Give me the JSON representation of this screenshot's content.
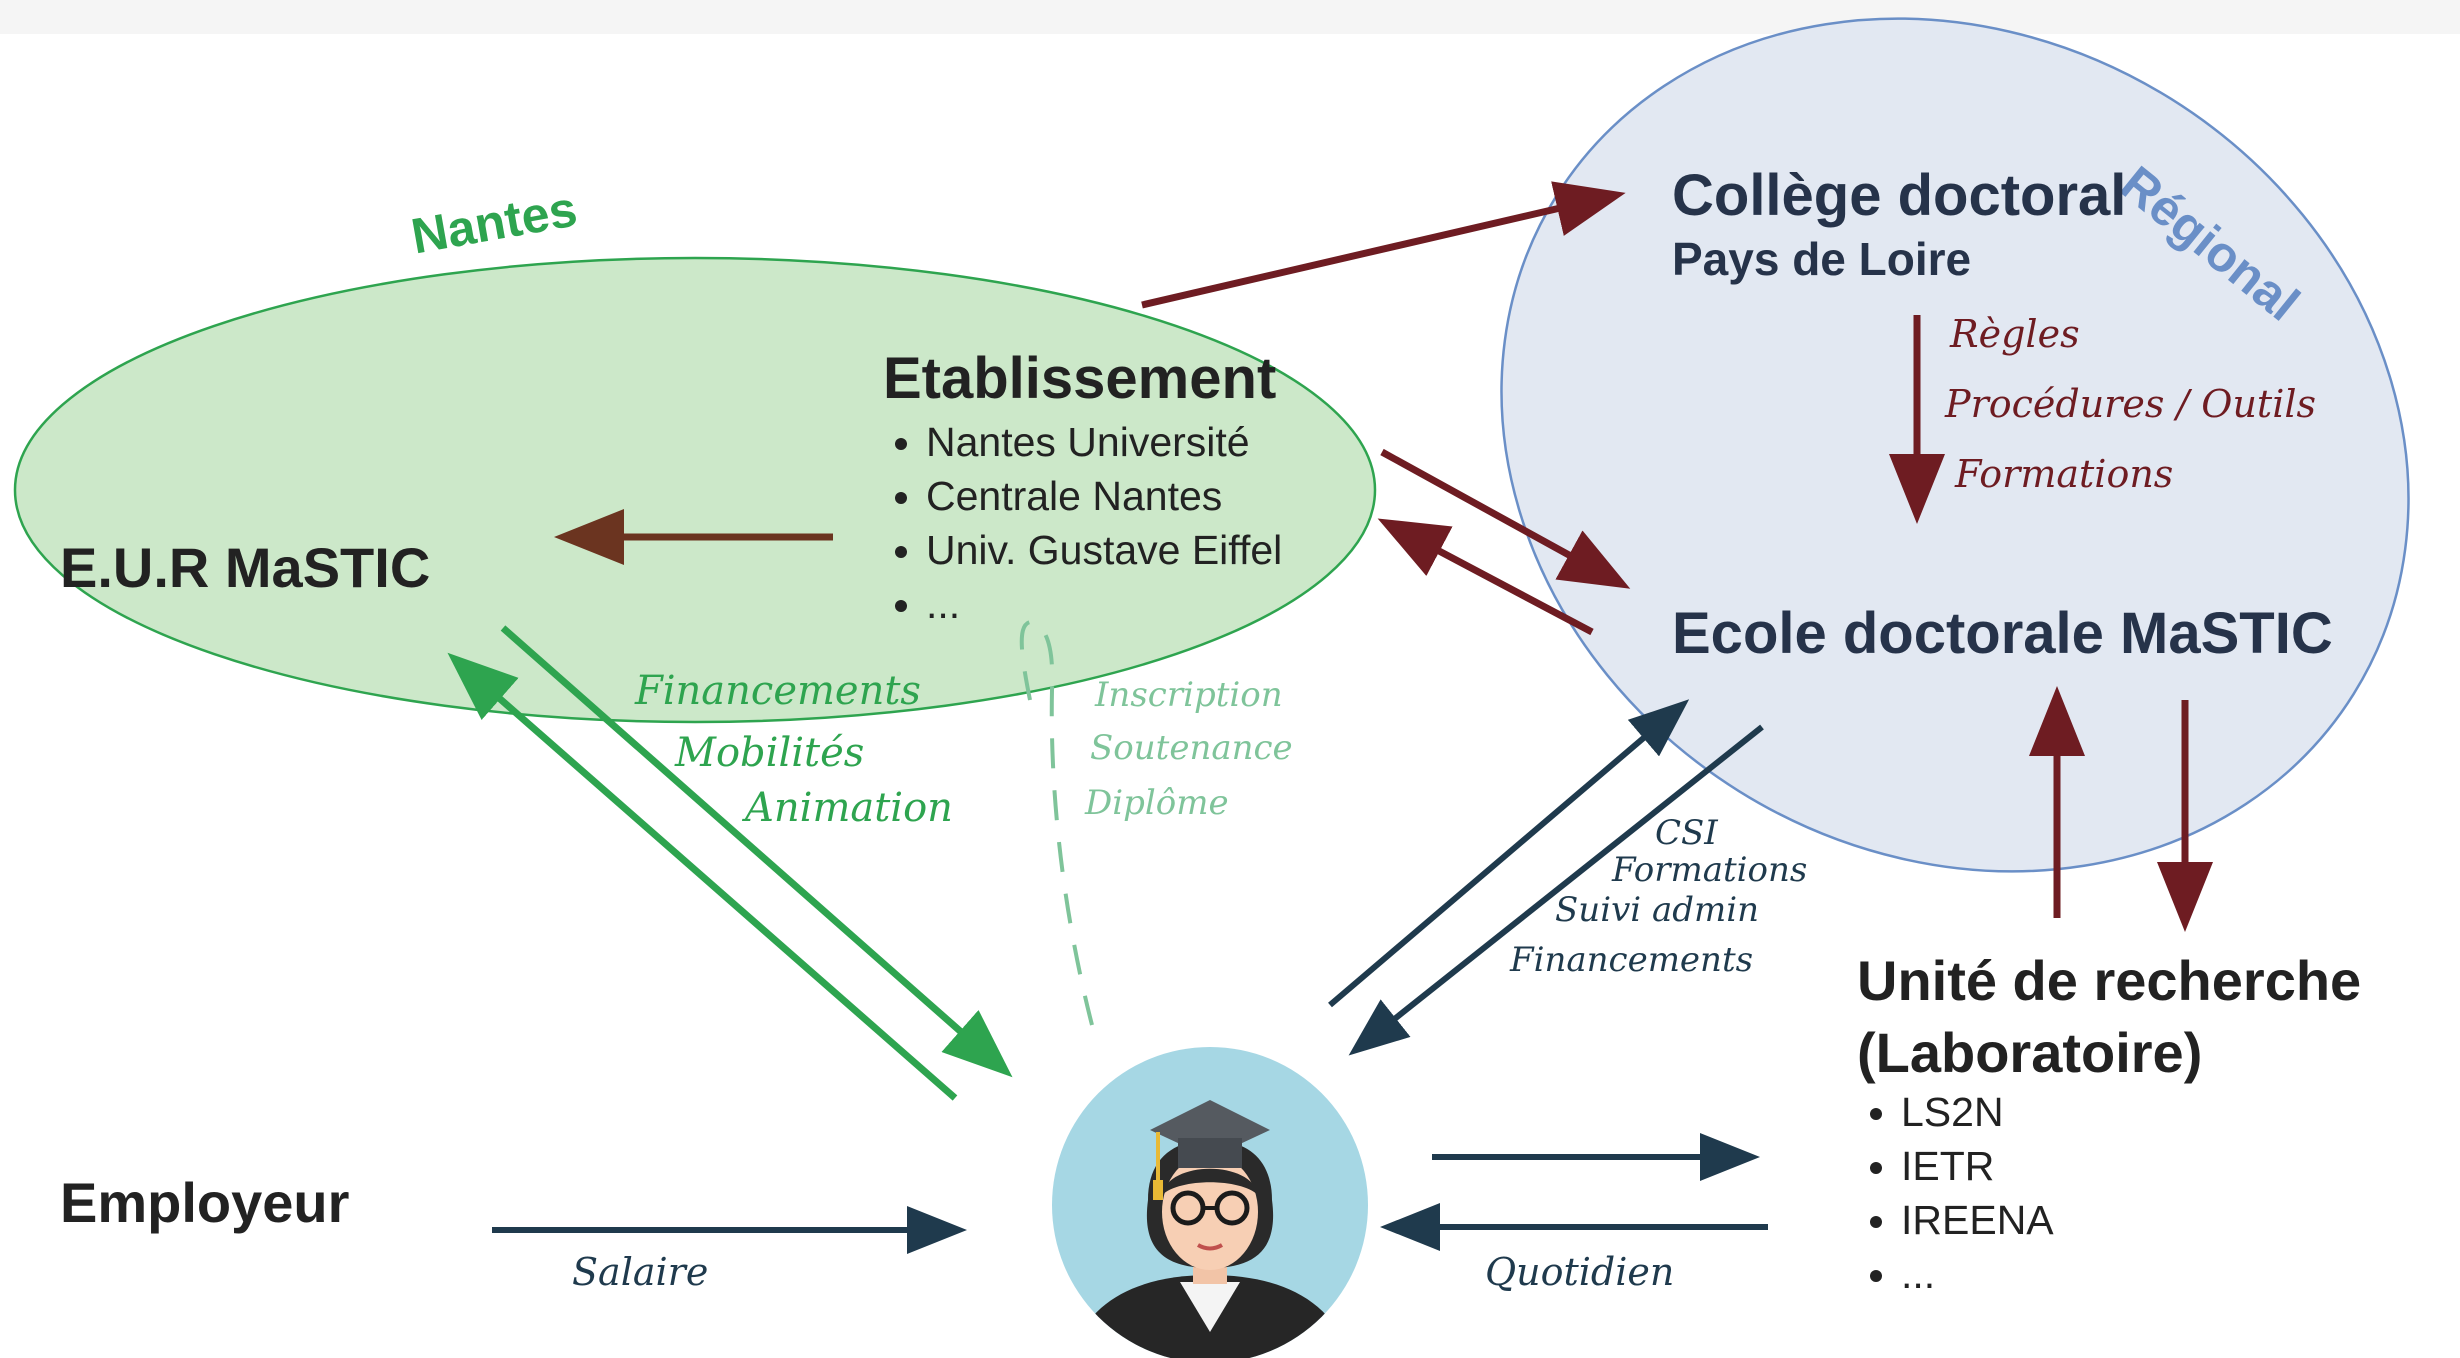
{
  "regions": {
    "nantes_label": "Nantes",
    "regional_label": "Régional",
    "nantes_color": "#2ea44f",
    "nantes_fill": "#cce8c9",
    "regional_color": "#6a8fc7",
    "regional_fill": "#dfe6f1"
  },
  "nodes": {
    "eur": "E.U.R MaSTIC",
    "etablissement": {
      "title": "Etablissement",
      "items": [
        "Nantes Université",
        "Centrale Nantes",
        "Univ. Gustave Eiffel",
        "..."
      ]
    },
    "college": {
      "title": "Collège doctoral",
      "subtitle": "Pays de Loire"
    },
    "ecole": "Ecole doctorale MaSTIC",
    "unite": {
      "title": "Unité de recherche",
      "subtitle": "(Laboratoire)",
      "items": [
        "LS2N",
        "IETR",
        "IREENA",
        "..."
      ]
    },
    "employeur": "Employeur",
    "doctorant_icon": "graduate-student-icon"
  },
  "annotations": {
    "college_to_ecole": [
      "Règles",
      "Procédures / Outils",
      "Formations"
    ],
    "eur_to_doctorant": [
      "Financements",
      "Mobilités",
      "Animation"
    ],
    "etablissement_to_doctorant": [
      "Inscription",
      "Soutenance",
      "Diplôme"
    ],
    "ecole_to_doctorant": [
      "CSI",
      "Formations",
      "Suivi admin",
      "Financements"
    ],
    "employeur_to_doctorant": "Salaire",
    "unite_to_doctorant": "Quotidien"
  },
  "colors": {
    "arrow_dark_red": "#6e1c22",
    "arrow_dark_blue": "#1f3a4d",
    "arrow_green": "#2ea44f",
    "arrow_brown": "#6b3420",
    "annotation_red": "#6e1c22",
    "annotation_green": "#2ea44f",
    "annotation_light_green": "#7fc49a",
    "annotation_dark": "#1f3a4d",
    "avatar_bg": "#a6d7e4"
  }
}
